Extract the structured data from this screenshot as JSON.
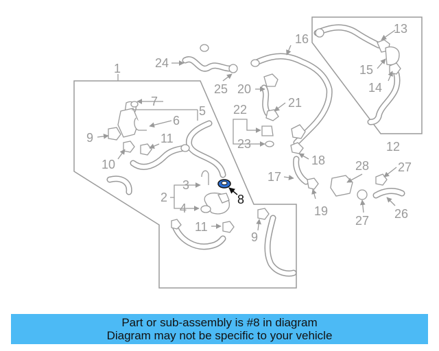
{
  "diagram": {
    "callouts": [
      "1",
      "2",
      "3",
      "4",
      "5",
      "6",
      "7",
      "8",
      "9",
      "9",
      "10",
      "11",
      "11",
      "12",
      "13",
      "14",
      "15",
      "16",
      "17",
      "18",
      "19",
      "20",
      "21",
      "22",
      "23",
      "24",
      "25",
      "26",
      "27",
      "27",
      "28"
    ],
    "highlighted_part": "8",
    "colors": {
      "line": "#9a9a9a",
      "highlight_part": "#2e6fd1",
      "banner": "#4cbaf5"
    }
  },
  "banner": {
    "line1": "Part or sub-assembly is #8 in diagram",
    "line2": "Diagram may not be specific to your vehicle"
  }
}
